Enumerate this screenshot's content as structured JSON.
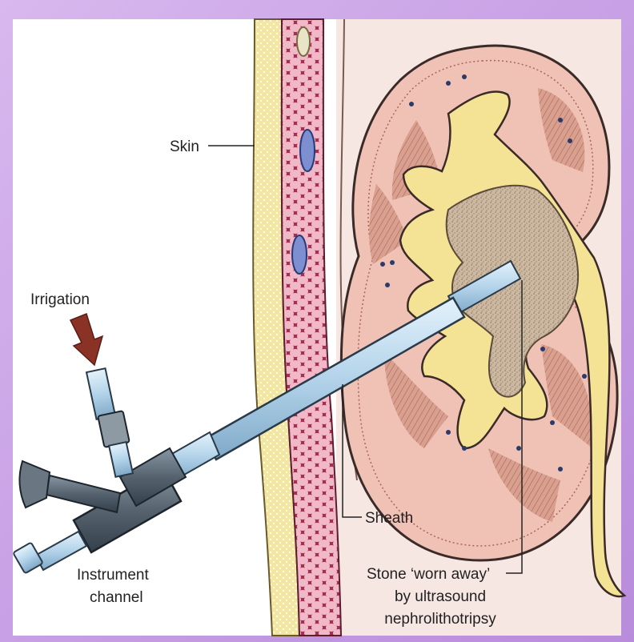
{
  "labels": {
    "skin": "Skin",
    "irrigation": "Irrigation",
    "sheath": "Sheath",
    "instrument_line1": "Instrument",
    "instrument_line2": "channel",
    "stone_line1": "Stone ‘worn away’",
    "stone_line2": "by ultrasound",
    "stone_line3": "nephrolithotripsy"
  },
  "colors": {
    "background": "#c9a2e6",
    "skin_layer": "#f3e6a0",
    "muscle_layer": "#b23a5a",
    "kidney_tissue": "#f0c2b6",
    "renal_pelvis": "#f4e394",
    "stone": "#c6b29a",
    "instrument": "#b9d8ec",
    "handle": "#54626f",
    "irrigation_arrow": "#8b3226"
  }
}
